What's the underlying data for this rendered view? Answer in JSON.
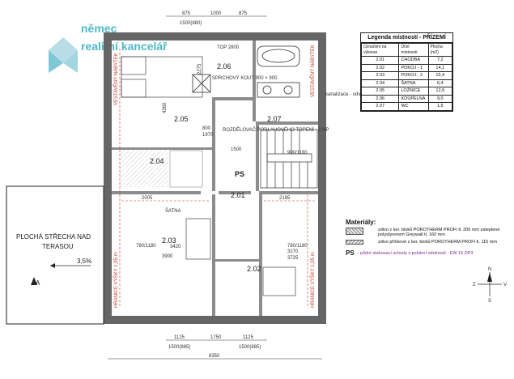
{
  "logo": {
    "line1": "němec",
    "line2": "realitní kancelář"
  },
  "legend": {
    "title": "Legenda místností - PŘÍZEMÍ",
    "col_id": "Označení na výkrese",
    "col_name": "Účel místnosti",
    "col_area": "Plocha (m2)",
    "rows": [
      {
        "id": "2.01",
        "name": "CHODBA",
        "area": "7,2"
      },
      {
        "id": "2.02",
        "name": "POKOJ - 1",
        "area": "14,1"
      },
      {
        "id": "2.03",
        "name": "POKOJ - 2",
        "area": "16,4"
      },
      {
        "id": "2.04",
        "name": "ŠATNA",
        "area": "6,4"
      },
      {
        "id": "2.05",
        "name": "LOŽNICE",
        "area": "12,9"
      },
      {
        "id": "2.06",
        "name": "KOUPELNA",
        "area": "9,0"
      },
      {
        "id": "2.07",
        "name": "WC",
        "area": "1,5"
      }
    ]
  },
  "materials": {
    "title": "Materiály:",
    "item1": "zdivo z ker. bloků POROTHERM PROFI tl. 300 mm zateplené polystyrenem Greywall tl. 160 mm",
    "item2": "zdivo příčkové z ker. bloků POROTHERM PROFI tl. 115 mm",
    "ps_key": "PS",
    "ps_value": "- půdní stahovací schody s požární odolností - EW 15 DP3"
  },
  "rooms": {
    "r201": "2.01",
    "r202": "2.02",
    "r203": "2.03",
    "r204": "2.04",
    "r205": "2.05",
    "r206": "2.06",
    "r207": "2.07",
    "ps": "PS"
  },
  "roof": {
    "line1": "PLOCHÁ STŘECHA NAD",
    "line2": "TERASOU",
    "slope": "3,5%",
    "section": "A"
  },
  "notes": {
    "bath_top": "TOP 2800",
    "shower": "SPRCHOVÝ KOUT 900 × 900",
    "distributor": "ROZDĚLOVAČ PODLAHOVÉHO TOPENÍ - 2.NP",
    "chimney": "kanalizace - odvětr. nad střechu",
    "wardrobe": "ŠATNA",
    "limit_left": "VESTAVĚNÝ NÁBYTEK",
    "limit_right": "VESTAVĚNÝ NÁBYTEK",
    "heights_left": "HRANICE VÝŠKY 1,95 m",
    "heights_right": "HRANICE VÝŠKY 1,95 m",
    "bed_left": "780/1180",
    "bed_right": "780/1180",
    "stair_dim": "900/1180"
  },
  "dimensions": {
    "top_a": "875",
    "top_b": "1000",
    "top_c": "875",
    "top_total": "1500(880)",
    "d2005": "2005",
    "d2185": "2185",
    "d3420": "3420",
    "d3900": "3900",
    "d3270": "3270",
    "d3725": "3725",
    "d4260": "4260",
    "d2275": "2275",
    "d1500": "1500",
    "d800": "800",
    "d1970": "1970",
    "bot_a": "1125",
    "bot_b": "1750",
    "bot_c": "1125",
    "bot_left": "1500(885)",
    "bot_right": "1500(885)",
    "bot_total": "8350"
  },
  "compass": {
    "n": "N",
    "s": "S",
    "w": "Z",
    "e": "V"
  }
}
